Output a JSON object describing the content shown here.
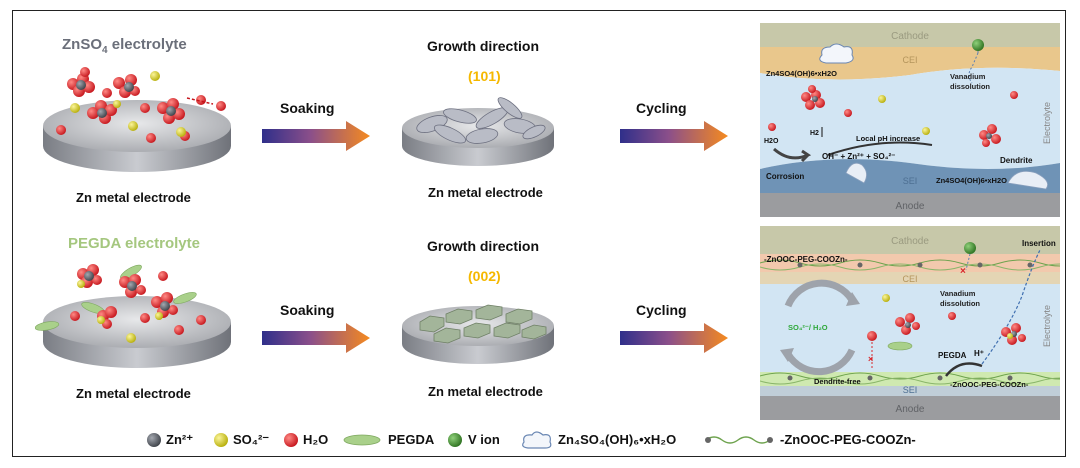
{
  "row1": {
    "electrolyte_label": "ZnSO4 electrolyte",
    "electrolyte_base": "ZnSO",
    "electrolyte_sub": "4",
    "electrolyte_rest": " electrolyte",
    "step1": "Soaking",
    "growth_label": "Growth direction",
    "orientation": "(101)",
    "step2": "Cycling",
    "electrode_label_left": "Zn metal electrode",
    "electrode_label_mid": "Zn metal electrode",
    "panel": {
      "cathode": "Cathode",
      "anode": "Anode",
      "cei": "CEI",
      "sei": "SEI",
      "electrolyte": "Electrolyte",
      "byproduct_top": "Zn4SO4(OH)6•xH2O",
      "byproduct_bottom": "Zn4SO4(OH)6•xH2O",
      "vanadium": "Vanadium",
      "dissolution": "dissolution",
      "h2o": "H2O",
      "h2": "H2",
      "local_ph": "Local pH increase",
      "oh_eq": "OH⁻ + Zn²⁺ + SO₄²⁻",
      "corrosion": "Corrosion",
      "dendrite": "Dendrite"
    }
  },
  "row2": {
    "electrolyte_label": "PEGDA electrolyte",
    "step1": "Soaking",
    "growth_label": "Growth direction",
    "orientation": "(002)",
    "step2": "Cycling",
    "electrode_label_left": "Zn metal electrode",
    "electrode_label_mid": "Zn metal electrode",
    "panel": {
      "cathode": "Cathode",
      "anode": "Anode",
      "cei": "CEI",
      "sei": "SEI",
      "electrolyte": "Electrolyte",
      "interlayer_top": "-ZnOOC-PEG-COOZn-",
      "interlayer_bottom": "-ZnOOC-PEG-COOZn-",
      "insertion": "Insertion",
      "vanadium": "Vanadium",
      "dissolution": "dissolution",
      "so4_h2o": "SO₄²⁻/ H₂O",
      "pegda": "PEGDA",
      "hplus": "H⁺",
      "dendrite_free": "Dendrite-free"
    }
  },
  "legend": {
    "zn": "Zn²⁺",
    "so4": "SO₄²⁻",
    "h2o": "H₂O",
    "pegda": "PEGDA",
    "v": "V ion",
    "byproduct": "Zn₄SO₄(OH)₆•xH₂O",
    "chain": "-ZnOOC-PEG-COOZn-"
  },
  "colors": {
    "zn": "#5a5f68",
    "so4": "#d8d21a",
    "h2o": "#d8262b",
    "pegda": "#a9d08a",
    "v": "#3f8f2e",
    "orientation": "#f5b800",
    "arrow_start": "#3b3a8f",
    "arrow_end": "#f08a24"
  }
}
